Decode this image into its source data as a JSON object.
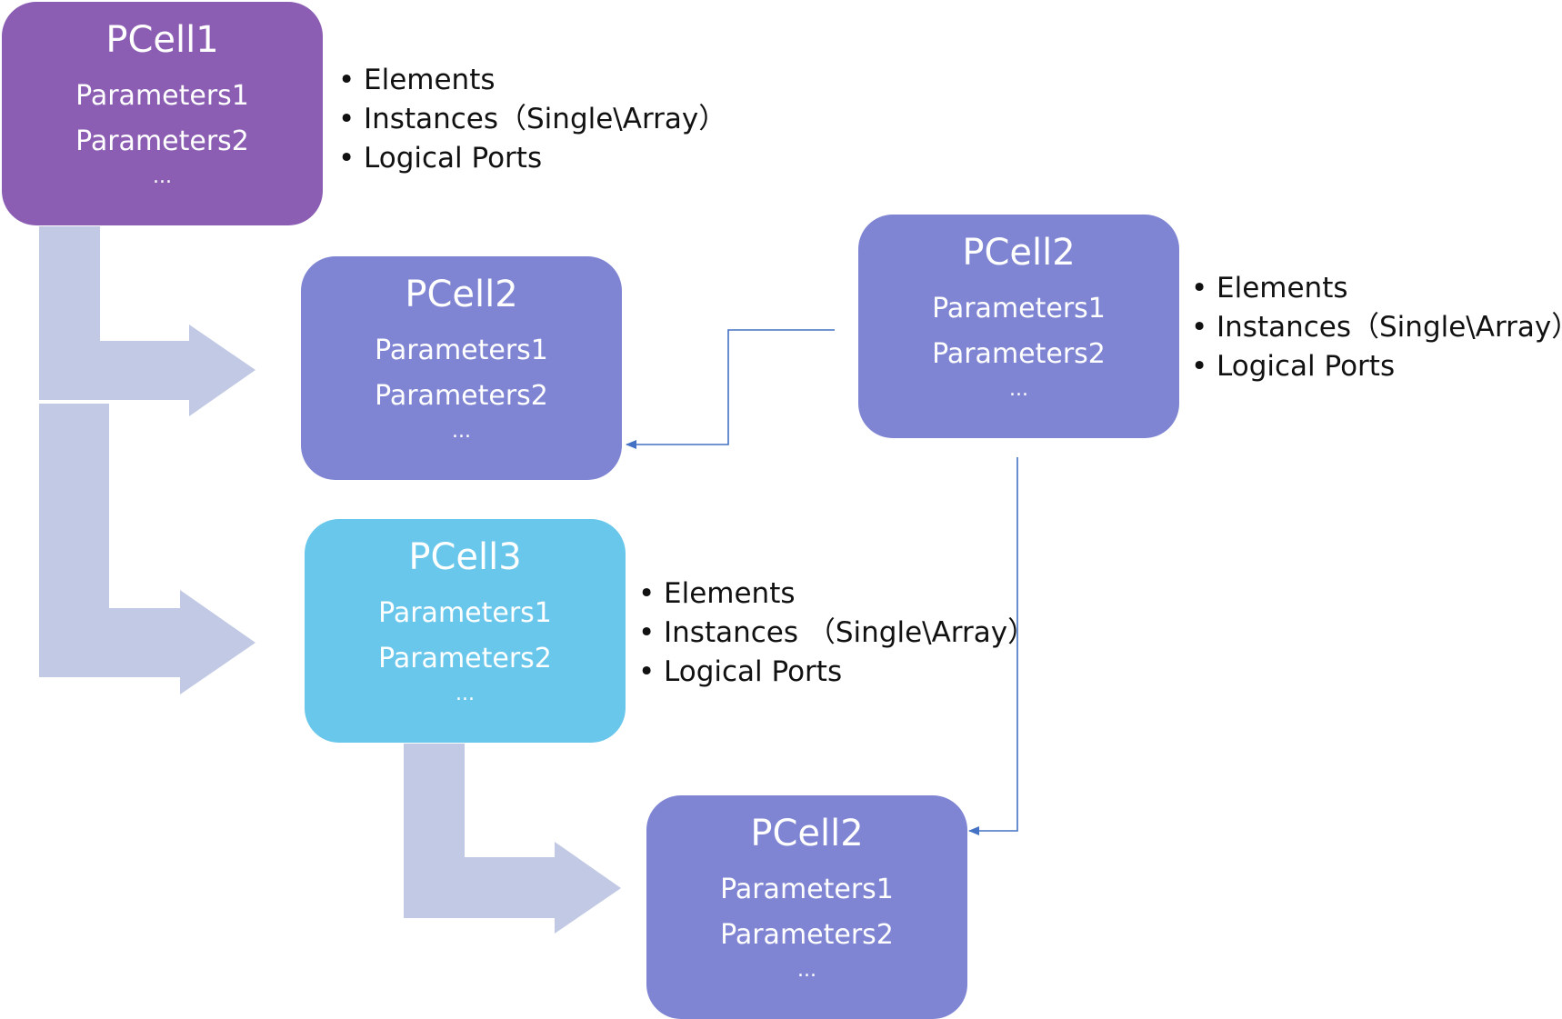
{
  "colors": {
    "purple": "#8B5DB3",
    "indigo": "#7F85D3",
    "cyan": "#69C7EB",
    "arrow_fill": "#C1C9E4",
    "connector": "#4472C4",
    "text_on_box": "#FFFFFF",
    "bullet_text": "#111111"
  },
  "cells": {
    "pcell1": {
      "title": "PCell1",
      "param1": "Parameters1",
      "param2": "Parameters2",
      "more": "..."
    },
    "pcell2_middle": {
      "title": "PCell2",
      "param1": "Parameters1",
      "param2": "Parameters2",
      "more": "..."
    },
    "pcell2_right": {
      "title": "PCell2",
      "param1": "Parameters1",
      "param2": "Parameters2",
      "more": "..."
    },
    "pcell3": {
      "title": "PCell3",
      "param1": "Parameters1",
      "param2": "Parameters2",
      "more": "..."
    },
    "pcell2_bottom": {
      "title": "PCell2",
      "param1": "Parameters1",
      "param2": "Parameters2",
      "more": "..."
    }
  },
  "lists": {
    "top": [
      "Elements",
      "Instances（Single\\Array）",
      "Logical Ports"
    ],
    "right": [
      "Elements",
      "Instances（Single\\Array）",
      "Logical Ports"
    ],
    "middle": [
      "Elements",
      "Instances （Single\\Array）",
      "Logical Ports"
    ]
  },
  "bullet_glyph": "•"
}
